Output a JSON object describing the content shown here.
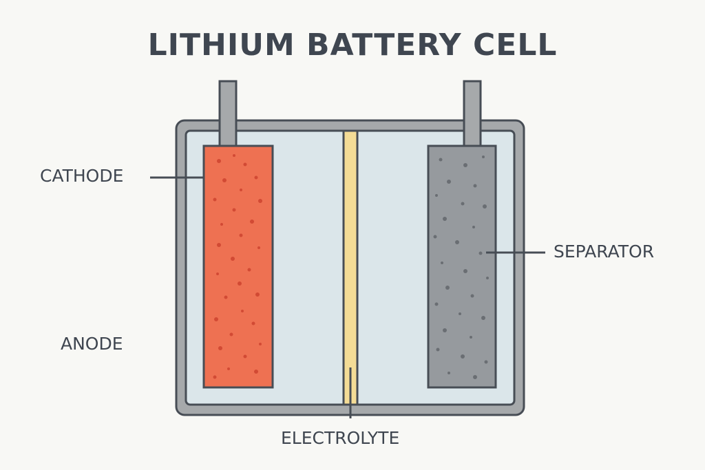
{
  "title": "LITHIUM BATTERY CELL",
  "labels": {
    "cathode": "CATHODE",
    "anode": "ANODE",
    "separator": "SEPARATOR",
    "electrolyte": "ELECTROLYTE"
  },
  "colors": {
    "casing": "#a6a9ab",
    "outline": "#474d55",
    "electrolyte_fill": "#dbe6ea",
    "left_electrode": "#ee7152",
    "left_dots": "#d24a34",
    "right_electrode": "#969a9e",
    "right_dots": "#6a6e73",
    "separator_strip": "#f4dc96"
  }
}
